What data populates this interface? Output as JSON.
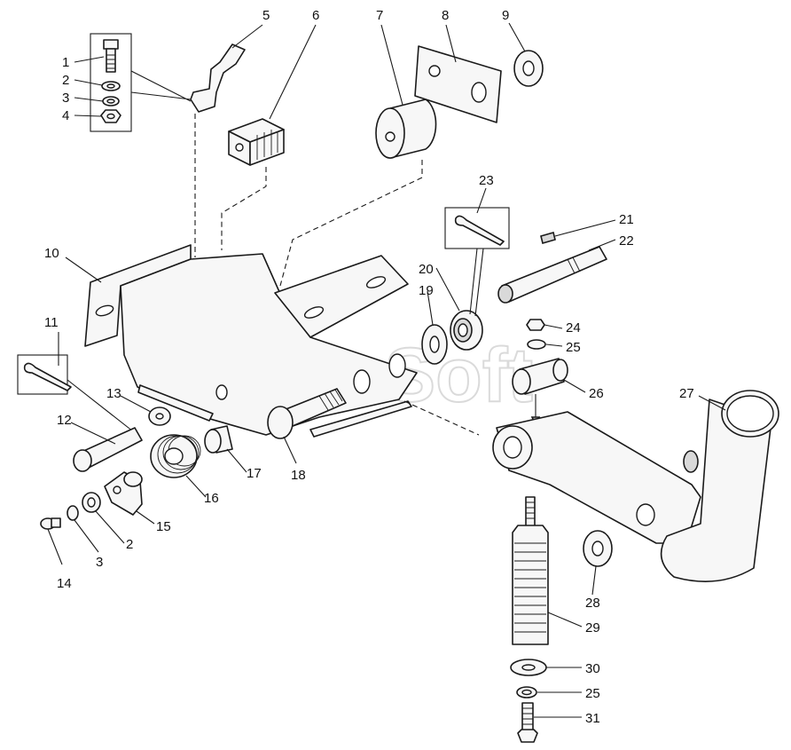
{
  "watermark": "AutoSoft",
  "callouts": [
    "1",
    "2",
    "3",
    "4",
    "5",
    "6",
    "7",
    "8",
    "9",
    "10",
    "11",
    "12",
    "13",
    "2",
    "3",
    "14",
    "15",
    "16",
    "17",
    "18",
    "19",
    "20",
    "21",
    "22",
    "23",
    "24",
    "25",
    "26",
    "27",
    "28",
    "29",
    "30",
    "25",
    "31"
  ],
  "colors": {
    "line": "#1a1a1a",
    "background": "#ffffff",
    "watermark": "#bdbdbd"
  }
}
